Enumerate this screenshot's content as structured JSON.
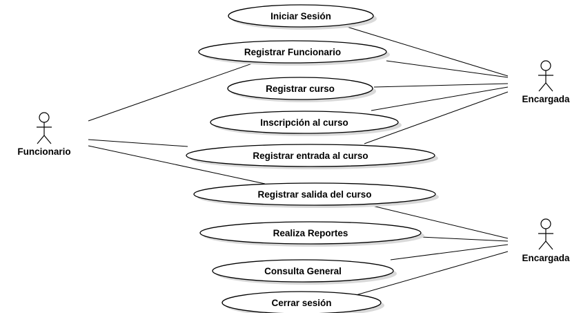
{
  "actors": [
    {
      "id": "funcionario",
      "label": "Funcionario"
    },
    {
      "id": "encargada-top",
      "label": "Encargada"
    },
    {
      "id": "encargada-bottom",
      "label": "Encargada"
    }
  ],
  "use_cases": [
    {
      "id": "iniciar-sesion",
      "label": "Iniciar Sesión"
    },
    {
      "id": "registrar-funcionario",
      "label": "Registrar Funcionario"
    },
    {
      "id": "registrar-curso",
      "label": "Registrar curso"
    },
    {
      "id": "inscripcion-curso",
      "label": "Inscripción al curso"
    },
    {
      "id": "registrar-entrada",
      "label": "Registrar entrada al curso"
    },
    {
      "id": "registrar-salida",
      "label": "Registrar salida del curso"
    },
    {
      "id": "realiza-reportes",
      "label": "Realiza Reportes"
    },
    {
      "id": "consulta-general",
      "label": "Consulta General"
    },
    {
      "id": "cerrar-sesion",
      "label": "Cerrar sesión"
    }
  ],
  "associations": [
    {
      "actor": "funcionario",
      "use_case": "registrar-funcionario"
    },
    {
      "actor": "funcionario",
      "use_case": "registrar-entrada"
    },
    {
      "actor": "funcionario",
      "use_case": "registrar-salida"
    },
    {
      "actor": "encargada-top",
      "use_case": "iniciar-sesion"
    },
    {
      "actor": "encargada-top",
      "use_case": "registrar-funcionario"
    },
    {
      "actor": "encargada-top",
      "use_case": "registrar-curso"
    },
    {
      "actor": "encargada-top",
      "use_case": "inscripcion-curso"
    },
    {
      "actor": "encargada-top",
      "use_case": "registrar-entrada"
    },
    {
      "actor": "encargada-bottom",
      "use_case": "registrar-salida"
    },
    {
      "actor": "encargada-bottom",
      "use_case": "realiza-reportes"
    },
    {
      "actor": "encargada-bottom",
      "use_case": "consulta-general"
    },
    {
      "actor": "encargada-bottom",
      "use_case": "cerrar-sesion"
    }
  ]
}
